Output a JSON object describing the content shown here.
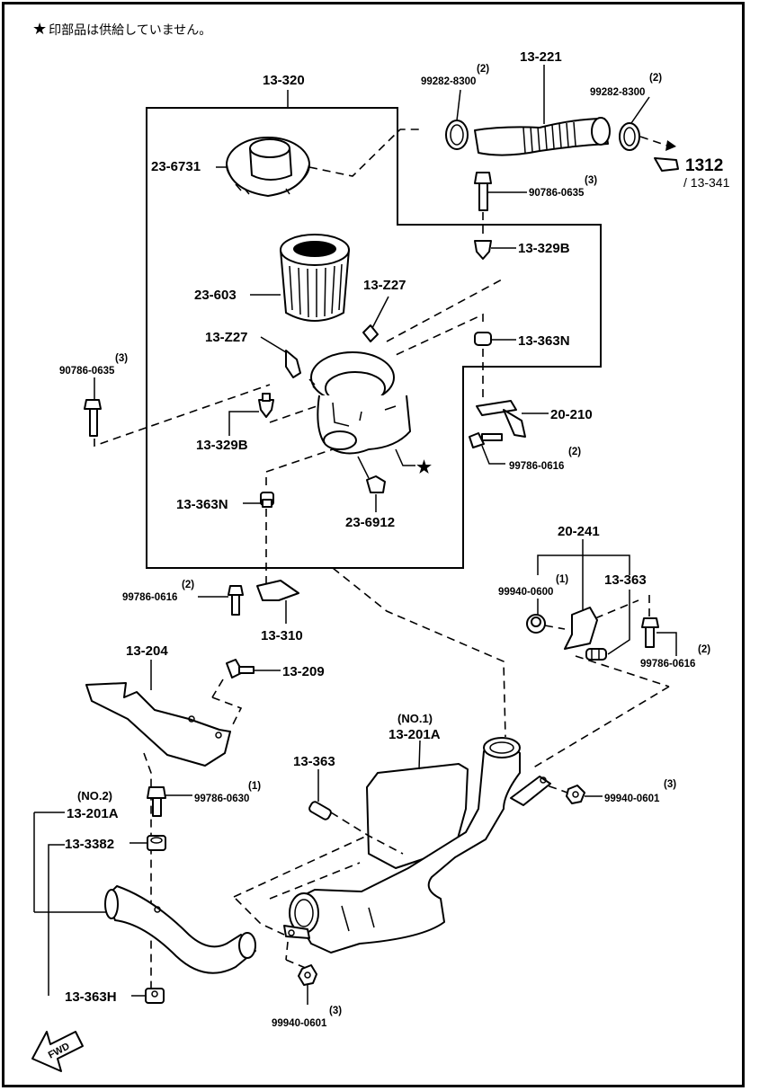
{
  "note": {
    "star": "★",
    "text": "印部品は供給していません。"
  },
  "labels": {
    "p13_320": "13-320",
    "p13_221": "13-221",
    "p99282_l": "99282-8300",
    "p99282_l_qty": "(2)",
    "p99282_r": "99282-8300",
    "p99282_r_qty": "(2)",
    "p1312": "1312",
    "p13_341": "/ 13-341",
    "p23_6731": "23-6731",
    "p90786_a": "90786-0635",
    "p90786_a_qty": "(3)",
    "p13_329B_a": "13-329B",
    "p23_603": "23-603",
    "p13_Z27_a": "13-Z27",
    "p13_Z27_b": "13-Z27",
    "p13_363N_a": "13-363N",
    "p90786_b": "90786-0635",
    "p90786_b_qty": "(3)",
    "p20_210": "20-210",
    "p13_329B_b": "13-329B",
    "p99786_a": "99786-0616",
    "p99786_a_qty": "(2)",
    "p13_363N_b": "13-363N",
    "p23_6912": "23-6912",
    "p20_241": "20-241",
    "p99940_0600": "99940-0600",
    "p99940_0600_qty": "(1)",
    "p13_363_a": "13-363",
    "p99786_b": "99786-0616",
    "p99786_b_qty": "(2)",
    "p13_310": "13-310",
    "p99786_c": "99786-0616",
    "p99786_c_qty": "(2)",
    "p13_204": "13-204",
    "p13_209": "13-209",
    "p13_201A_no1_tag": "(NO.1)",
    "p13_201A_no1": "13-201A",
    "p13_363_b": "13-363",
    "p99786_0630": "99786-0630",
    "p99786_0630_qty": "(1)",
    "p13_201A_no2_tag": "(NO.2)",
    "p13_201A_no2": "13-201A",
    "p99940_0601_a": "99940-0601",
    "p99940_0601_a_qty": "(3)",
    "p13_3382": "13-3382",
    "p13_363H": "13-363H",
    "p99940_0601_b": "99940-0601",
    "p99940_0601_b_qty": "(3)",
    "fwd": "FWD"
  }
}
